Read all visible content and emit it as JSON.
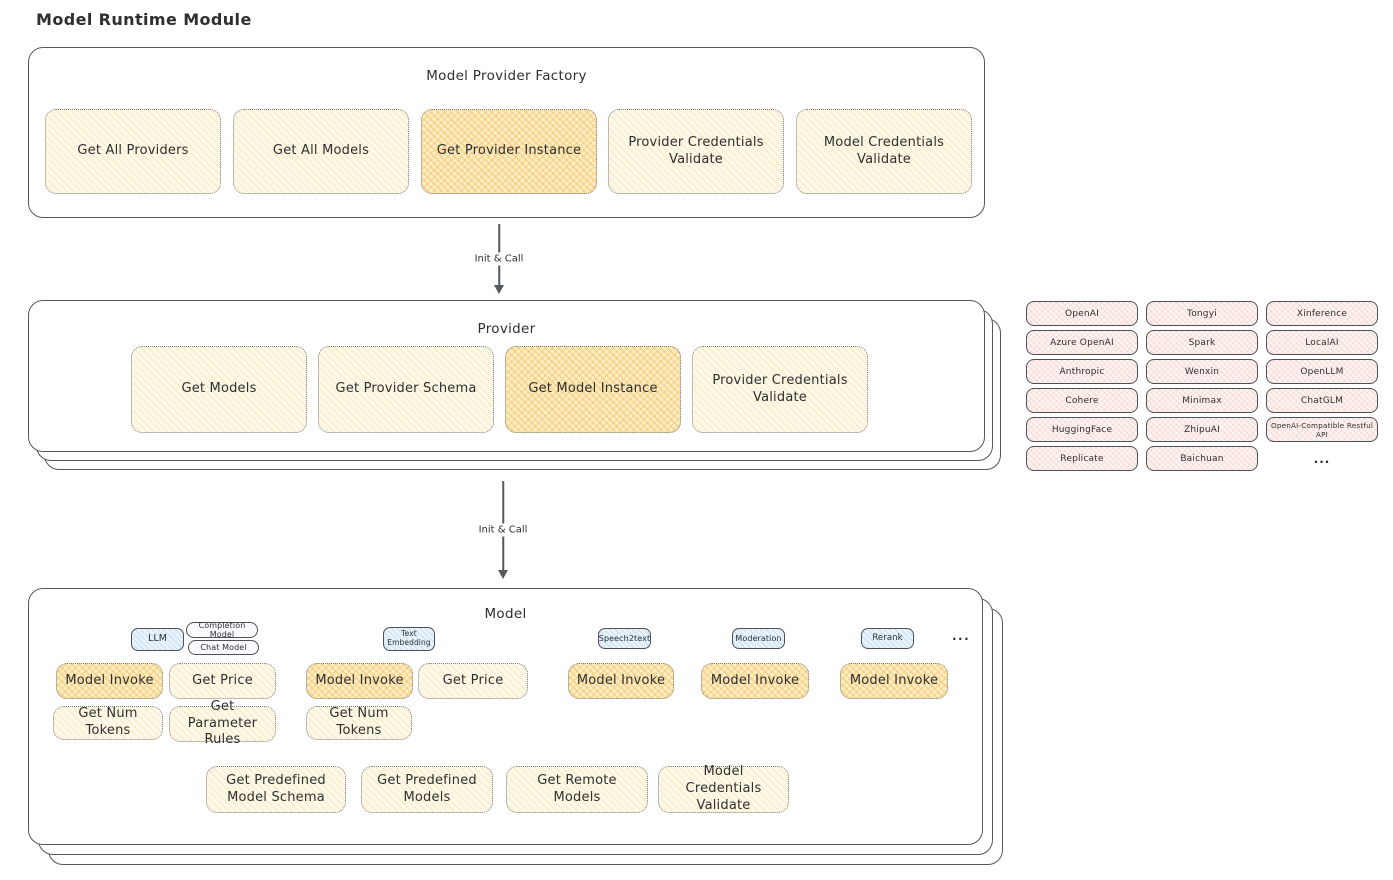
{
  "page": {
    "title": "Model Runtime Module"
  },
  "colors": {
    "stroke": "#55585c",
    "function_fill": "#fdf9ea",
    "function_hatch": "#f5ba49",
    "highlight_fill": "#fbeec7",
    "highlight_hatch": "#f3a626",
    "provider_chip_fill": "#fdf5f3",
    "provider_chip_hatch": "#ec7a70",
    "tab_fill": "#e9f3fc",
    "tab_hatch": "#74b2eb"
  },
  "factory": {
    "title": "Model Provider Factory",
    "functions": [
      "Get All Providers",
      "Get All Models",
      "Get Provider Instance",
      "Provider Credentials Validate",
      "Model Credentials Validate"
    ]
  },
  "flow": {
    "arrow1_label": "Init & Call",
    "arrow2_label": "Init & Call"
  },
  "provider": {
    "title": "Provider",
    "functions": [
      "Get Models",
      "Get Provider Schema",
      "Get Model Instance",
      "Provider Credentials Validate"
    ]
  },
  "providers_list": {
    "items": [
      "OpenAI",
      "Tongyi",
      "Xinference",
      "Azure OpenAI",
      "Spark",
      "LocalAI",
      "Anthropic",
      "Wenxin",
      "OpenLLM",
      "Cohere",
      "Minimax",
      "ChatGLM",
      "HuggingFace",
      "ZhipuAI",
      "OpenAI-Compatible Restful API",
      "Replicate",
      "Baichuan"
    ],
    "more": "..."
  },
  "model": {
    "title": "Model",
    "tabs": {
      "llm": "LLM",
      "completion": "Completion Model",
      "chat": "Chat Model",
      "text_embedding": "Text Embedding",
      "speech2text": "Speech2text",
      "moderation": "Moderation",
      "rerank": "Rerank",
      "more": "..."
    },
    "functions": {
      "model_invoke": "Model Invoke",
      "get_price": "Get Price",
      "get_num_tokens": "Get Num Tokens",
      "get_parameter_rules": "Get Parameter Rules",
      "get_predefined_model_schema": "Get Predefined Model Schema",
      "get_predefined_models": "Get Predefined Models",
      "get_remote_models": "Get Remote Models",
      "model_credentials_validate": "Model Credentials Validate"
    }
  }
}
